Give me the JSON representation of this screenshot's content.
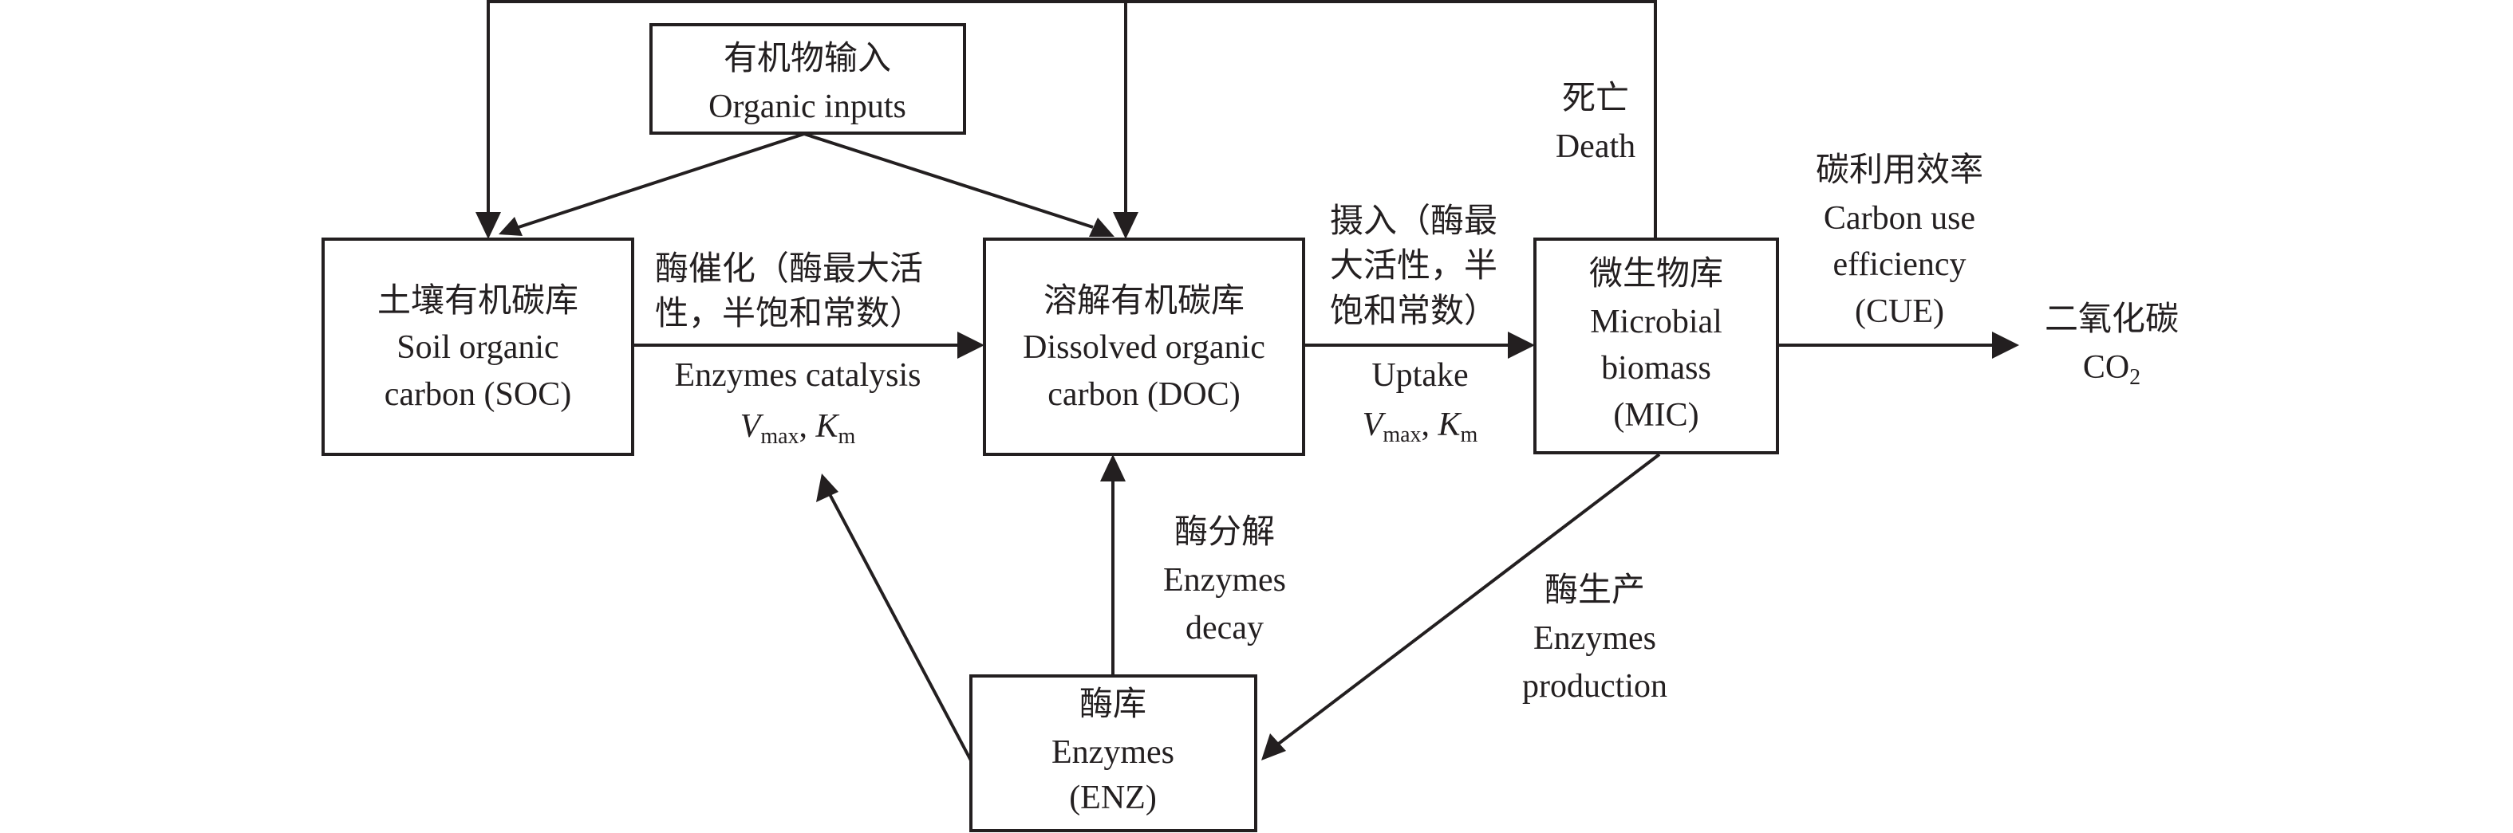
{
  "nodes": {
    "organic_inputs": {
      "zh": "有机物输入",
      "en": "Organic inputs"
    },
    "soc": {
      "zh": "土壤有机碳库",
      "en1": "Soil organic",
      "en2": "carbon (SOC)"
    },
    "doc": {
      "zh": "溶解有机碳库",
      "en1": "Dissolved organic",
      "en2": "carbon (DOC)"
    },
    "mic": {
      "zh": "微生物库",
      "en1": "Microbial",
      "en2": "biomass",
      "en3": "(MIC)"
    },
    "enz": {
      "zh": "酶库",
      "en1": "Enzymes",
      "en2": "(ENZ)"
    },
    "co2": {
      "zh": "二氧化碳",
      "en": "CO",
      "sub": "2"
    }
  },
  "edges": {
    "catalysis": {
      "zh1": "酶催化（酶最大活",
      "zh2": "性，半饱和常数）",
      "en": "Enzymes catalysis",
      "v": "V",
      "vsub": "max",
      "sep": ", ",
      "k": "K",
      "ksub": "m"
    },
    "uptake": {
      "zh1": "摄入（酶最",
      "zh2": "大活性，半",
      "zh3": "饱和常数）",
      "en": "Uptake",
      "v": "V",
      "vsub": "max",
      "sep": ", ",
      "k": "K",
      "ksub": "m"
    },
    "death": {
      "zh": "死亡",
      "en": "Death"
    },
    "cue": {
      "zh": "碳利用效率",
      "en1": "Carbon use",
      "en2": "efficiency",
      "en3": "(CUE)"
    },
    "decay": {
      "zh": "酶分解",
      "en1": "Enzymes",
      "en2": "decay"
    },
    "production": {
      "zh": "酶生产",
      "en1": "Enzymes",
      "en2": "production"
    }
  }
}
